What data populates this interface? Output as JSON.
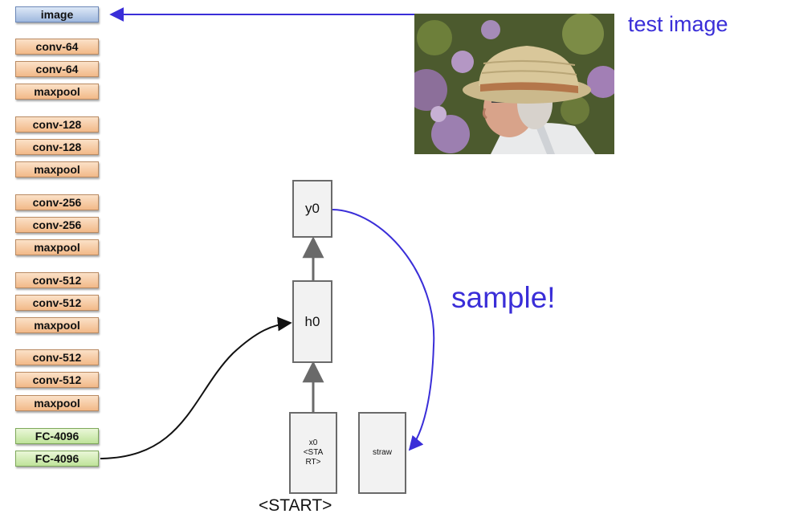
{
  "layers": [
    {
      "label": "image",
      "kind": "input"
    },
    {
      "label": "conv-64",
      "kind": "conv"
    },
    {
      "label": "conv-64",
      "kind": "conv"
    },
    {
      "label": "maxpool",
      "kind": "pool"
    },
    {
      "label": "conv-128",
      "kind": "conv"
    },
    {
      "label": "conv-128",
      "kind": "conv"
    },
    {
      "label": "maxpool",
      "kind": "pool"
    },
    {
      "label": "conv-256",
      "kind": "conv"
    },
    {
      "label": "conv-256",
      "kind": "conv"
    },
    {
      "label": "maxpool",
      "kind": "pool"
    },
    {
      "label": "conv-512",
      "kind": "conv"
    },
    {
      "label": "conv-512",
      "kind": "conv"
    },
    {
      "label": "maxpool",
      "kind": "pool"
    },
    {
      "label": "conv-512",
      "kind": "conv"
    },
    {
      "label": "conv-512",
      "kind": "conv"
    },
    {
      "label": "maxpool",
      "kind": "pool"
    },
    {
      "label": "FC-4096",
      "kind": "fc"
    },
    {
      "label": "FC-4096",
      "kind": "fc"
    }
  ],
  "rnn": {
    "output_label": "y0",
    "hidden_label": "h0",
    "input_label": "x0\n<STA\nRT>",
    "sampled_label": "straw",
    "start_caption": "<START>"
  },
  "annotations": {
    "test_image": "test image",
    "sample": "sample!"
  },
  "photo": {
    "subject": "man wearing straw hat"
  },
  "colors": {
    "accent_blue": "#3a2ed8",
    "arrow_dark": "#111111",
    "node_border": "#6a6a6a",
    "node_fill": "#f2f2f2",
    "input_layer": "#9fb8de",
    "conv_layer": "#f2b988",
    "fc_layer": "#bfe39a"
  }
}
